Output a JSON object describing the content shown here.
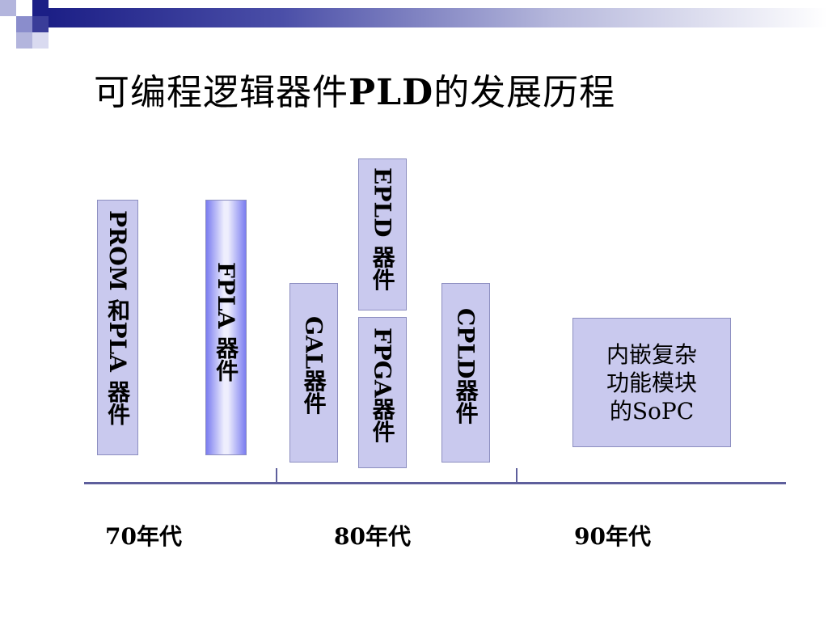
{
  "title": {
    "prefix": "可编程逻辑器件",
    "bold": "PLD",
    "suffix": "的发展历程"
  },
  "devices": {
    "prom_pla": "PROM 和PLA 器件",
    "fpla": "FPLA 器件",
    "gal": "GAL器件",
    "epld": "EPLD 器件",
    "fpga": "FPGA器件",
    "cpld": "CPLD器件",
    "sopc": "内嵌复杂\n功能模块\n的SoPC"
  },
  "eras": [
    "70年代",
    "80年代",
    "90年代"
  ],
  "colors": {
    "box_fill": "#c9c9ee",
    "box_border": "#8c8ec0",
    "axis": "#5e5f9c",
    "header_dark": "#1c1f86"
  }
}
